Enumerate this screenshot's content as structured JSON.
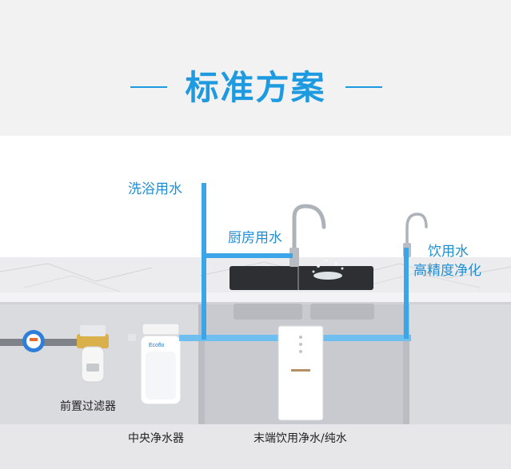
{
  "header": {
    "title": "标准方案"
  },
  "labels": {
    "bath_water": "洗浴用水",
    "kitchen_water": "厨房用水",
    "drinking_water_line1": "饮用水",
    "drinking_water_line2": "高精度净化",
    "pre_filter": "前置过滤器",
    "central_purifier": "中央净水器",
    "end_purifier": "末端饮用净水/纯水"
  },
  "colors": {
    "accent": "#1e9be0",
    "pipe": "#3aa6e8"
  }
}
